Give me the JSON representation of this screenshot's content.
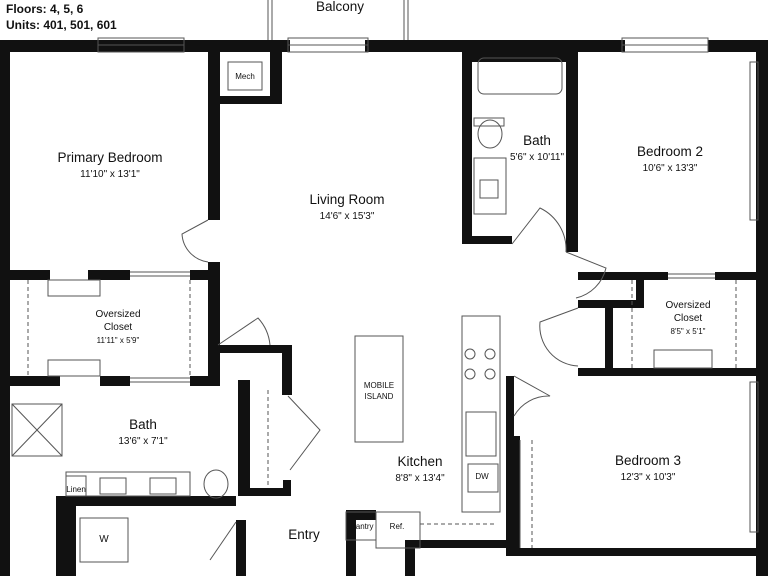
{
  "header": {
    "floors": "Floors: 4, 5, 6",
    "units": "Units: 401, 501, 601"
  },
  "rooms": {
    "balcony": {
      "name": "Balcony"
    },
    "primary_bedroom": {
      "name": "Primary Bedroom",
      "dims": "11'10\" x 13'1\""
    },
    "living_room": {
      "name": "Living Room",
      "dims": "14'6\" x 15'3\""
    },
    "bath_small": {
      "name": "Bath",
      "dims": "5'6\" x 10'11\""
    },
    "bedroom_2": {
      "name": "Bedroom 2",
      "dims": "10'6\" x 13'3\""
    },
    "closet_primary": {
      "name_line1": "Oversized",
      "name_line2": "Closet",
      "dims": "11'11\" x 5'9\""
    },
    "closet_2": {
      "name_line1": "Oversized",
      "name_line2": "Closet",
      "dims": "8'5\" x 5'1\""
    },
    "bath_primary": {
      "name": "Bath",
      "dims": "13'6\" x 7'1\""
    },
    "kitchen": {
      "name": "Kitchen",
      "dims": "8'8\" x 13'4\""
    },
    "bedroom_3": {
      "name": "Bedroom 3",
      "dims": "12'3\" x 10'3\""
    },
    "entry": {
      "name": "Entry"
    }
  },
  "fixtures": {
    "mech": "Mech",
    "island_line1": "MOBILE",
    "island_line2": "ISLAND",
    "linen": "Linen",
    "dw": "DW",
    "pantry": "Pantry",
    "ref": "Ref.",
    "washer": "W"
  },
  "colors": {
    "wall": "#111111",
    "line": "#555555"
  }
}
